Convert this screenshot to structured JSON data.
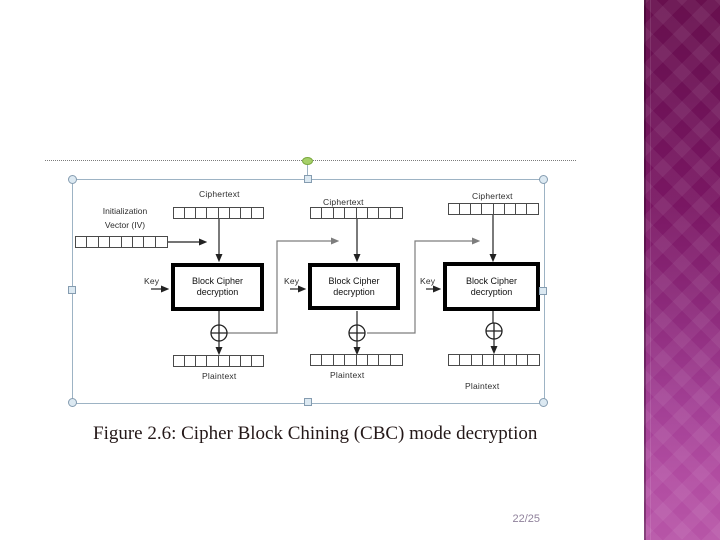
{
  "slide": {
    "caption": "Figure 2.6: Cipher Block Chining (CBC) mode decryption",
    "page_number": "22/25"
  },
  "figure": {
    "ciphertext_label": "Ciphertext",
    "plaintext_label": "Plaintext",
    "iv_label_line1": "Initialization",
    "iv_label_line2": "Vector (IV)",
    "key_label": "Key",
    "decrypt_box_line1": "Block Cipher",
    "decrypt_box_line2": "decryption",
    "cells_per_block": 8
  },
  "colors": {
    "sidebar_top": "#68104e",
    "sidebar_bottom": "#b755a7",
    "selection_outline": "#9db3c4",
    "rotation_handle_green": "#a6d06a",
    "page_number": "#90829c",
    "caption_text": "#241818"
  }
}
